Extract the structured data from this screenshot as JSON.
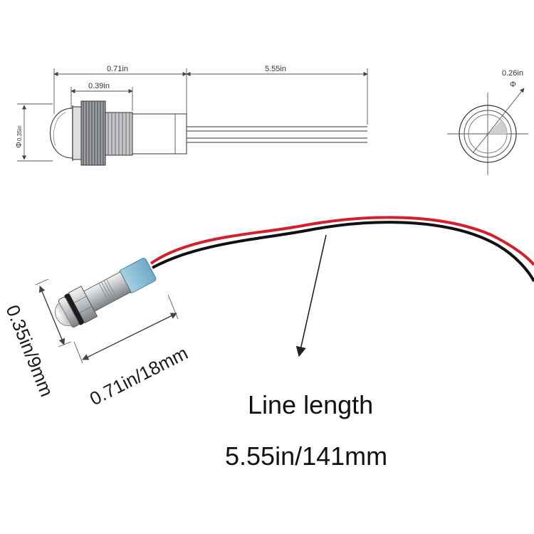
{
  "drawing": {
    "overall_length": "0.71in",
    "thread_length": "0.39in",
    "wire_length": "5.55in",
    "diameter": "0.35in",
    "end_diameter": "0.26in",
    "phi_symbol": "Φ"
  },
  "photo": {
    "diameter_label": "0.35in/9mm",
    "length_label": "0.71in/18mm"
  },
  "caption": {
    "line1": "Line length",
    "line2": "5.55in/141mm"
  },
  "colors": {
    "wire_red": "#d4202a",
    "wire_black": "#111111",
    "sleeve_blue": "#8fc3dd",
    "metal": "#c9ccd0",
    "dome": "#eeeeee"
  }
}
